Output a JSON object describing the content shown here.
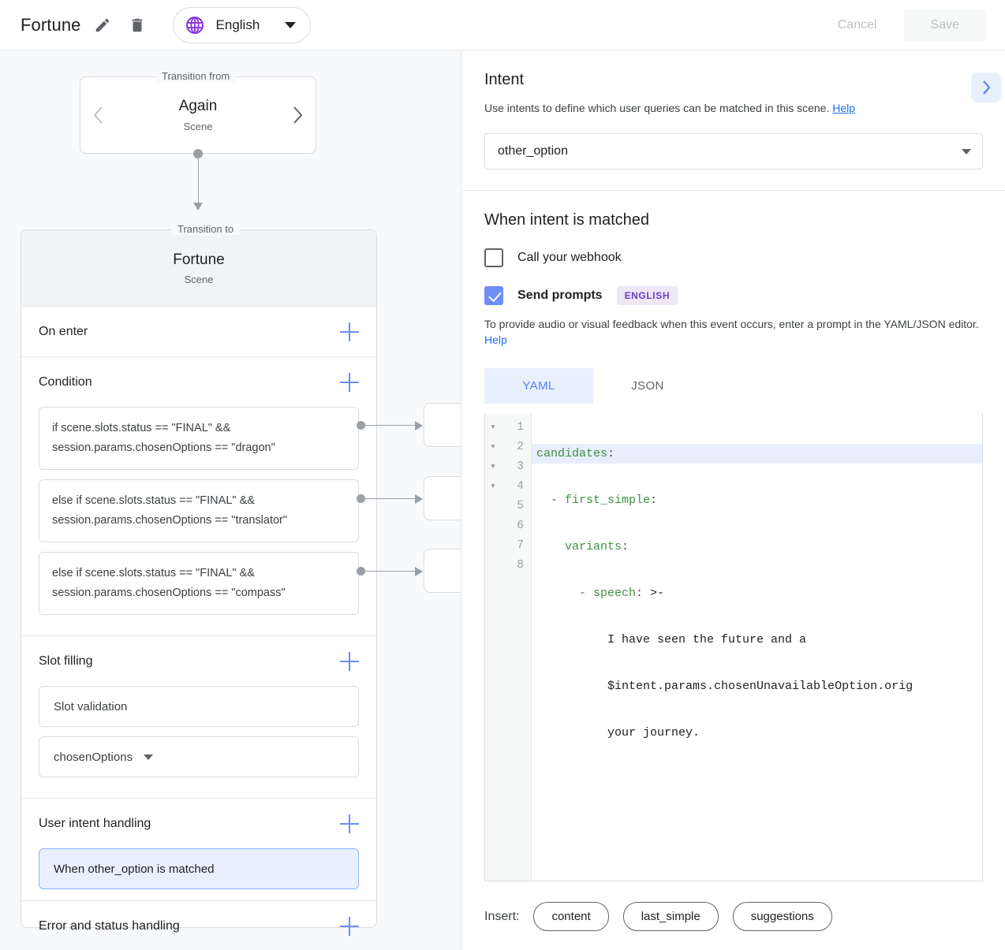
{
  "header": {
    "title": "Fortune",
    "edit_icon": "pencil-icon",
    "delete_icon": "trash-icon",
    "language": "English",
    "globe_icon": "globe-icon",
    "cancel_label": "Cancel",
    "save_label": "Save"
  },
  "left": {
    "transition_from": {
      "legend": "Transition from",
      "name": "Again",
      "subtitle": "Scene",
      "prev_icon": "chevron-left-icon",
      "next_icon": "chevron-right-icon"
    },
    "transition_to": {
      "legend": "Transition to",
      "name": "Fortune",
      "subtitle": "Scene"
    },
    "sections": {
      "on_enter": "On enter",
      "condition": "Condition",
      "slot_filling": "Slot filling",
      "user_intent_handling": "User intent handling",
      "error_status_handling": "Error and status handling"
    },
    "conditions": [
      "if scene.slots.status == \"FINAL\" && session.params.chosenOptions == \"dragon\"",
      "else if scene.slots.status == \"FINAL\" && session.params.chosenOptions == \"translator\"",
      "else if scene.slots.status == \"FINAL\" && session.params.chosenOptions == \"compass\""
    ],
    "slot_filling_items": [
      "Slot validation",
      "chosenOptions"
    ],
    "user_intent_items": [
      "When other_option is matched"
    ]
  },
  "right": {
    "intent": {
      "title": "Intent",
      "description": "Use intents to define which user queries can be matched in this scene.",
      "help_label": "Help",
      "selected": "other_option",
      "expand_icon": "chevron-right-icon"
    },
    "matched": {
      "title": "When intent is matched",
      "webhook_label": "Call your webhook",
      "webhook_checked": false,
      "prompts_label": "Send prompts",
      "prompts_checked": true,
      "language_badge": "ENGLISH",
      "description": "To provide audio or visual feedback when this event occurs, enter a prompt in the YAML/JSON editor.",
      "help_label": "Help"
    },
    "editor": {
      "tabs": [
        "YAML",
        "JSON"
      ],
      "active_tab": "YAML",
      "line_numbers": [
        "1",
        "2",
        "3",
        "4",
        "5",
        "6",
        "7",
        "8"
      ],
      "fold_rows": [
        true,
        true,
        true,
        true,
        false,
        false,
        false,
        false
      ],
      "lines": [
        {
          "key": "candidates",
          "colon": ":",
          "indent": 0,
          "value": "",
          "highlight": true
        },
        {
          "key": "- first_simple",
          "colon": ":",
          "indent": 1,
          "value": "",
          "highlight": false
        },
        {
          "key": "variants",
          "colon": ":",
          "indent": 3,
          "value": "",
          "highlight": false
        },
        {
          "key": "- speech",
          "colon": ": ",
          "indent": 4,
          "value": ">-",
          "highlight": false
        },
        {
          "key": "",
          "colon": "",
          "indent": 6,
          "value": "I have seen the future and a",
          "highlight": false
        },
        {
          "key": "",
          "colon": "",
          "indent": 6,
          "value": "$intent.params.chosenUnavailableOption.orig",
          "highlight": false
        },
        {
          "key": "",
          "colon": "",
          "indent": 6,
          "value": "your journey.",
          "highlight": false
        },
        {
          "key": "",
          "colon": "",
          "indent": 0,
          "value": "",
          "highlight": false
        }
      ]
    },
    "insert": {
      "label": "Insert:",
      "chips": [
        "content",
        "last_simple",
        "suggestions"
      ]
    }
  },
  "colors": {
    "accent_blue": "#1a73e8",
    "plus_blue": "#6e8df7",
    "selected_bg": "#e8f0fe",
    "selected_border": "#8ab4f8",
    "badge_bg": "#ede7f6",
    "badge_fg": "#6741c9",
    "globe_purple": "#8833e0",
    "yaml_key_green": "#3f9142",
    "panel_bg": "#f8f9fa"
  }
}
